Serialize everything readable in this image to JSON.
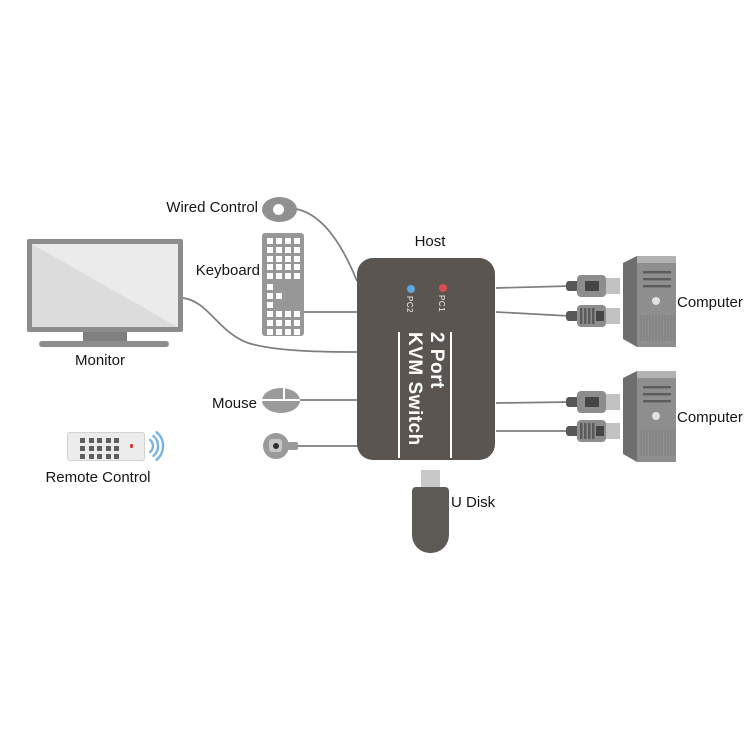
{
  "labels": {
    "wired_control": "Wired Control",
    "keyboard": "Keyboard",
    "host": "Host",
    "monitor": "Monitor",
    "mouse": "Mouse",
    "remote_control": "Remote Control",
    "u_disk": "U Disk",
    "computer_top": "Computer",
    "computer_bottom": "Computer"
  },
  "kvm": {
    "line1": "2 Port",
    "line2": "KVM Switch",
    "led1_label": "PC1",
    "led2_label": "PC2",
    "led1_color": "#d94f4f",
    "led2_color": "#5fa8dc",
    "body_color": "#5a5550"
  },
  "colors": {
    "wire": "#7d7d7d",
    "wireless_arcs": "#7ab2e2",
    "remote_led": "#d43c3c"
  }
}
